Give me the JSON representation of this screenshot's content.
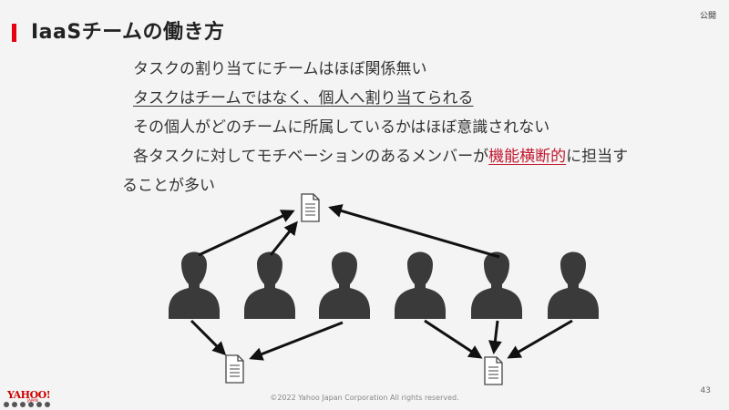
{
  "slide": {
    "title": "IaaSチームの働き方",
    "visibility_label": "公開",
    "lines": [
      "タスクの割り当てにチームはほぼ関係無い",
      "タスクはチームではなく、個人へ割り当てられる",
      "その個人がどのチームに所属しているかはほぼ意識されない"
    ],
    "line4_before": "各タスクに対してモチベーションのあるメンバーが",
    "line4_accent": "機能横断的",
    "line4_after": "に担当す",
    "line5": "ることが多い",
    "page_number": "43",
    "copyright": "©2022 Yahoo Japan Corporation All rights reserved.",
    "logo_text": "YAHOO!",
    "logo_sub": "JAPAN"
  },
  "colors": {
    "accent": "#e60012",
    "highlight_text": "#c2182f",
    "person": "#3a3a3a"
  },
  "icons": {
    "person": "person-silhouette-icon",
    "task": "document-icon"
  }
}
